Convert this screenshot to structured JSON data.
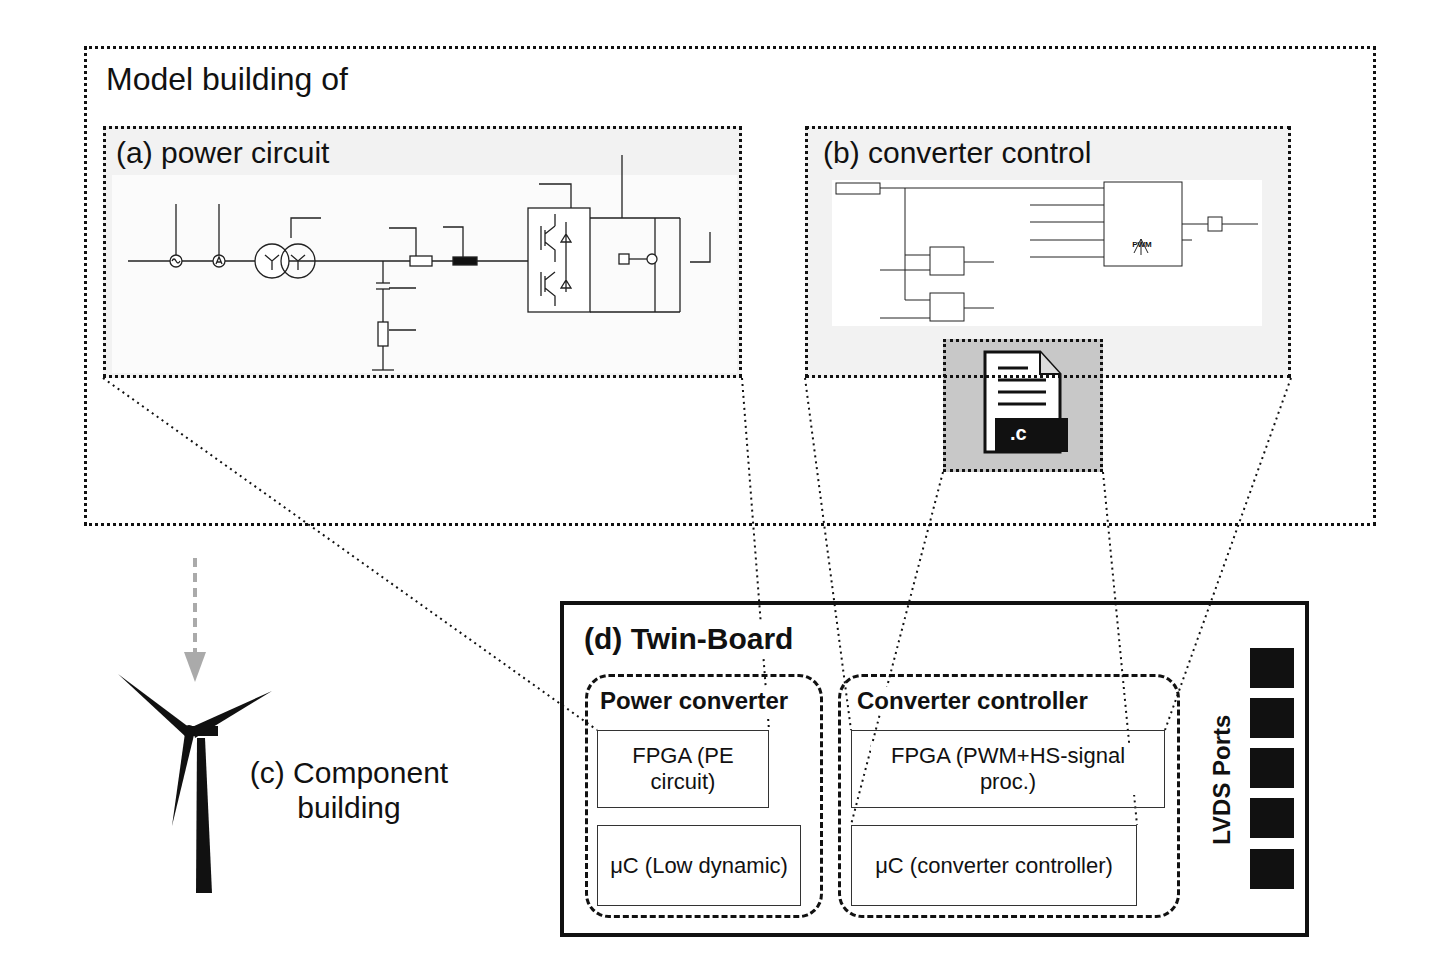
{
  "diagram": {
    "nodes": [
      {
        "text": [
          "Model building of"
        ]
      },
      {
        "text": [
          "(a) power circuit"
        ],
        "in": 0
      },
      {
        "text": [
          "(b) converter control"
        ],
        "in": 0
      },
      {
        "text": [
          ".c"
        ],
        "in": 0
      },
      {
        "text": [
          "(d) Twin-Board"
        ]
      },
      {
        "text": [
          "Power converter"
        ],
        "in": 4
      },
      {
        "text": [
          "FPGA (PE circuit)"
        ],
        "in": 5
      },
      {
        "text": [
          "μC (Low dynamic)"
        ],
        "in": 5
      },
      {
        "text": [
          "Converter controller"
        ],
        "in": 4
      },
      {
        "text": [
          "FPGA (PWM+HS-signal proc.)"
        ],
        "in": 8
      },
      {
        "text": [
          "μC (converter controller)"
        ],
        "in": 8
      }
    ],
    "edges": [
      {
        "from": 1,
        "to": 6,
        "arrow": "none"
      },
      {
        "from": 1,
        "to": 6,
        "arrow": "none"
      },
      {
        "from": 2,
        "to": 9,
        "arrow": "none"
      },
      {
        "from": 2,
        "to": 9,
        "arrow": "none"
      },
      {
        "from": 3,
        "to": 10,
        "arrow": "none"
      },
      {
        "from": 3,
        "to": 10,
        "arrow": "none"
      }
    ],
    "labels": [
      "(c) Component building",
      "LVDS Ports",
      "PWM"
    ]
  }
}
